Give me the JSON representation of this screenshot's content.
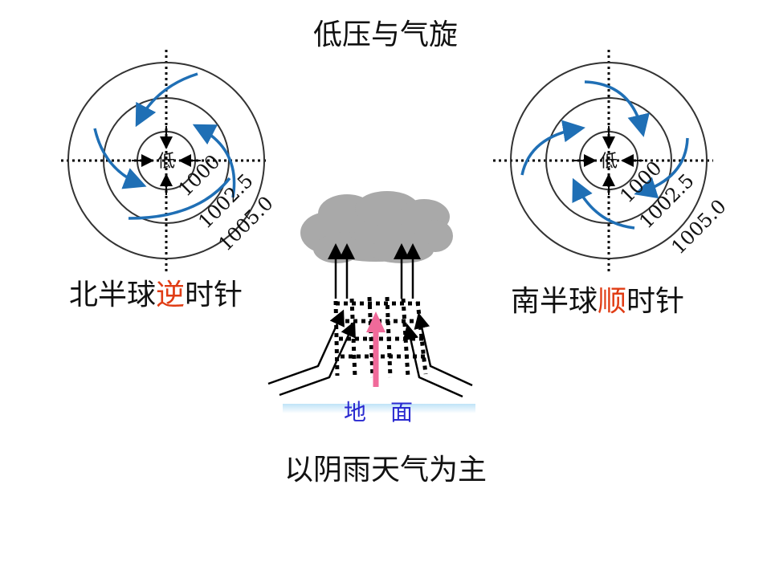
{
  "title": "低压与气旋",
  "northern": {
    "caption_prefix": "北半球",
    "caption_highlight": "逆",
    "caption_suffix": "时针",
    "center_label": "低",
    "isobars": [
      "1000",
      "1002.5",
      "1005.0"
    ]
  },
  "southern": {
    "caption_prefix": "南半球",
    "caption_highlight": "顺",
    "caption_suffix": "时针",
    "center_label": "低",
    "isobars": [
      "1000",
      "1002.5",
      "1005.0"
    ]
  },
  "vertical": {
    "ground_chars": [
      "地",
      "面"
    ]
  },
  "bottom_caption": "以阴雨天气为主",
  "colors": {
    "highlight": "#e03c14",
    "wind_arrow": "#1f6fb5",
    "uplift_arrow": "#f06a9a",
    "cloud": "#a9a9a9",
    "ground_text": "#2a2ad0"
  }
}
